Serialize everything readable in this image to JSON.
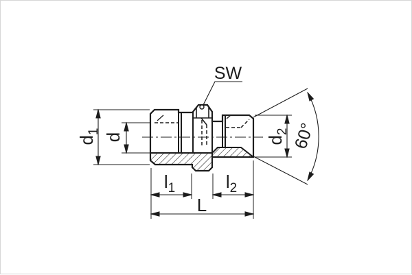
{
  "drawing": {
    "kind": "technical dimension drawing",
    "subject": "threaded adapter fitting with hex, half-section side view"
  },
  "colors": {
    "line": "#1c1c1c",
    "background": "#ffffff"
  },
  "labels": {
    "sw": "SW",
    "d1": {
      "base": "d",
      "sub": "1"
    },
    "d": {
      "base": "d",
      "sub": ""
    },
    "d2": {
      "base": "d",
      "sub": "2"
    },
    "angle": "60°",
    "l1": {
      "base": "l",
      "sub": "1"
    },
    "l2": {
      "base": "l",
      "sub": "2"
    },
    "L": {
      "base": "L",
      "sub": ""
    }
  }
}
